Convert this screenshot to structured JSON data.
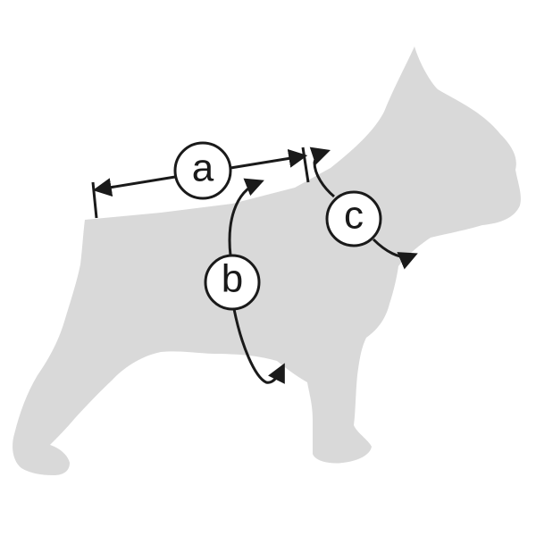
{
  "diagram": {
    "silhouette_color": "#d9d9d9",
    "line_color": "#1a1a1a",
    "background": "#ffffff",
    "labels": {
      "a": "a",
      "b": "b",
      "c": "c"
    }
  }
}
